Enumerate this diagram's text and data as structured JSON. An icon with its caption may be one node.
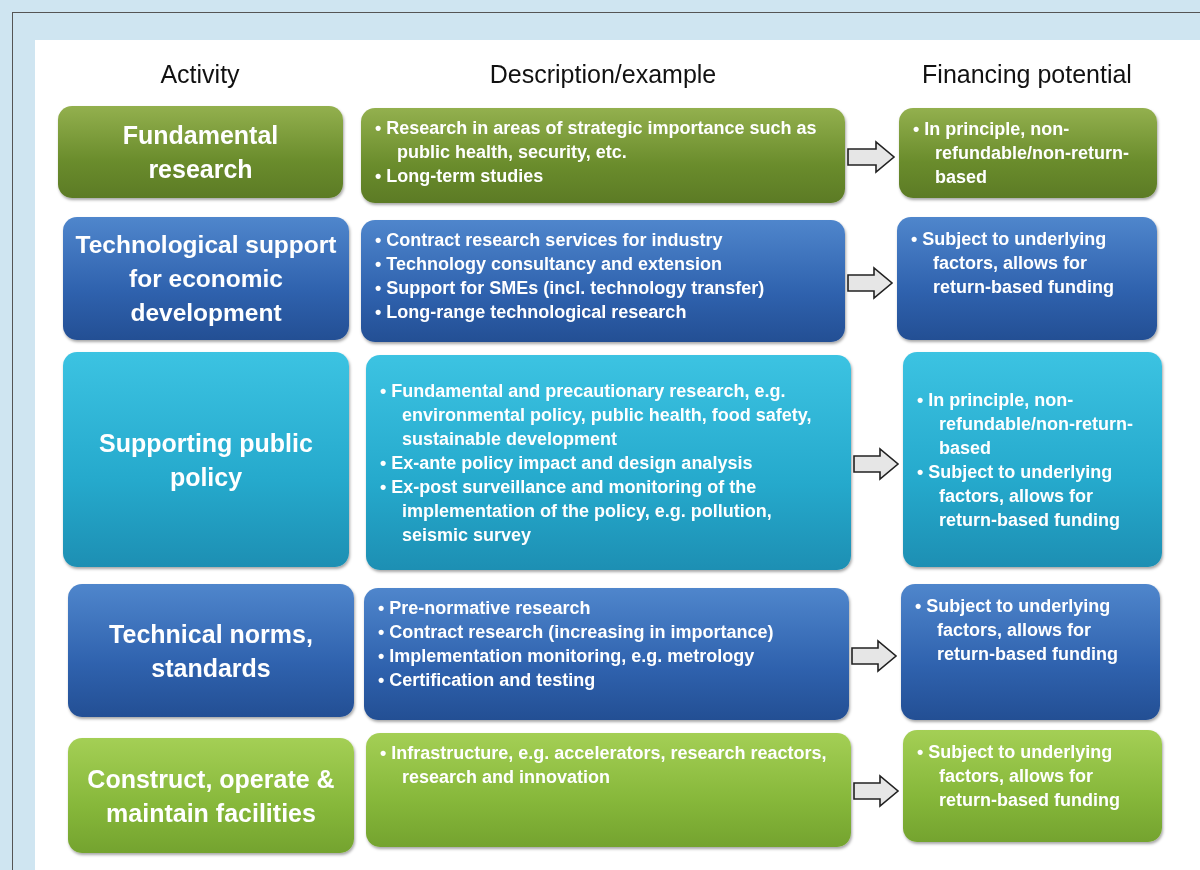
{
  "diagram": {
    "nodes": [
      {
        "text": [
          "Fundamental research"
        ]
      },
      {
        "text": [
          "• Research in areas of strategic importance such as public health, security, etc.",
          "• Long-term studies"
        ]
      },
      {
        "text": [
          "• In principle, non-refundable/non-return-based"
        ]
      },
      {
        "text": [
          "Technological support for economic development"
        ]
      },
      {
        "text": [
          "• Contract research services for industry",
          "• Technology consultancy and extension",
          "• Support for SMEs (incl. technology transfer)",
          "• Long-range technological research"
        ]
      },
      {
        "text": [
          "• Subject to underlying factors, allows for return-based funding"
        ]
      },
      {
        "text": [
          "Supporting public policy"
        ]
      },
      {
        "text": [
          "• Fundamental and precautionary research, e.g. environmental policy, public health, food safety, sustainable development",
          "• Ex-ante policy impact and design analysis",
          "• Ex-post surveillance and monitoring of the implementation of the policy, e.g. pollution, seismic survey"
        ]
      },
      {
        "text": [
          "• In principle, non-refundable/non-return-based",
          "• Subject to underlying factors, allows for return-based funding"
        ]
      },
      {
        "text": [
          "Technical norms, standards"
        ]
      },
      {
        "text": [
          "• Pre-normative research",
          "• Contract research (increasing in importance)",
          "• Implementation monitoring, e.g. metrology",
          "• Certification and testing"
        ]
      },
      {
        "text": [
          "• Subject to underlying factors, allows for return-based funding"
        ]
      },
      {
        "text": [
          "Construct, operate & maintain facilities"
        ]
      },
      {
        "text": [
          "• Infrastructure, e.g. accelerators, research reactors, research and innovation"
        ]
      },
      {
        "text": [
          "• Subject to underlying factors, allows for return-based funding"
        ]
      }
    ],
    "edges": [
      {
        "from": 1,
        "to": 2,
        "arrow": "to"
      },
      {
        "from": 4,
        "to": 5,
        "arrow": "to"
      },
      {
        "from": 7,
        "to": 8,
        "arrow": "to"
      },
      {
        "from": 10,
        "to": 11,
        "arrow": "to"
      },
      {
        "from": 13,
        "to": 14,
        "arrow": "to"
      }
    ],
    "labels": [
      "Activity",
      "Description/example",
      "Financing potential"
    ]
  }
}
